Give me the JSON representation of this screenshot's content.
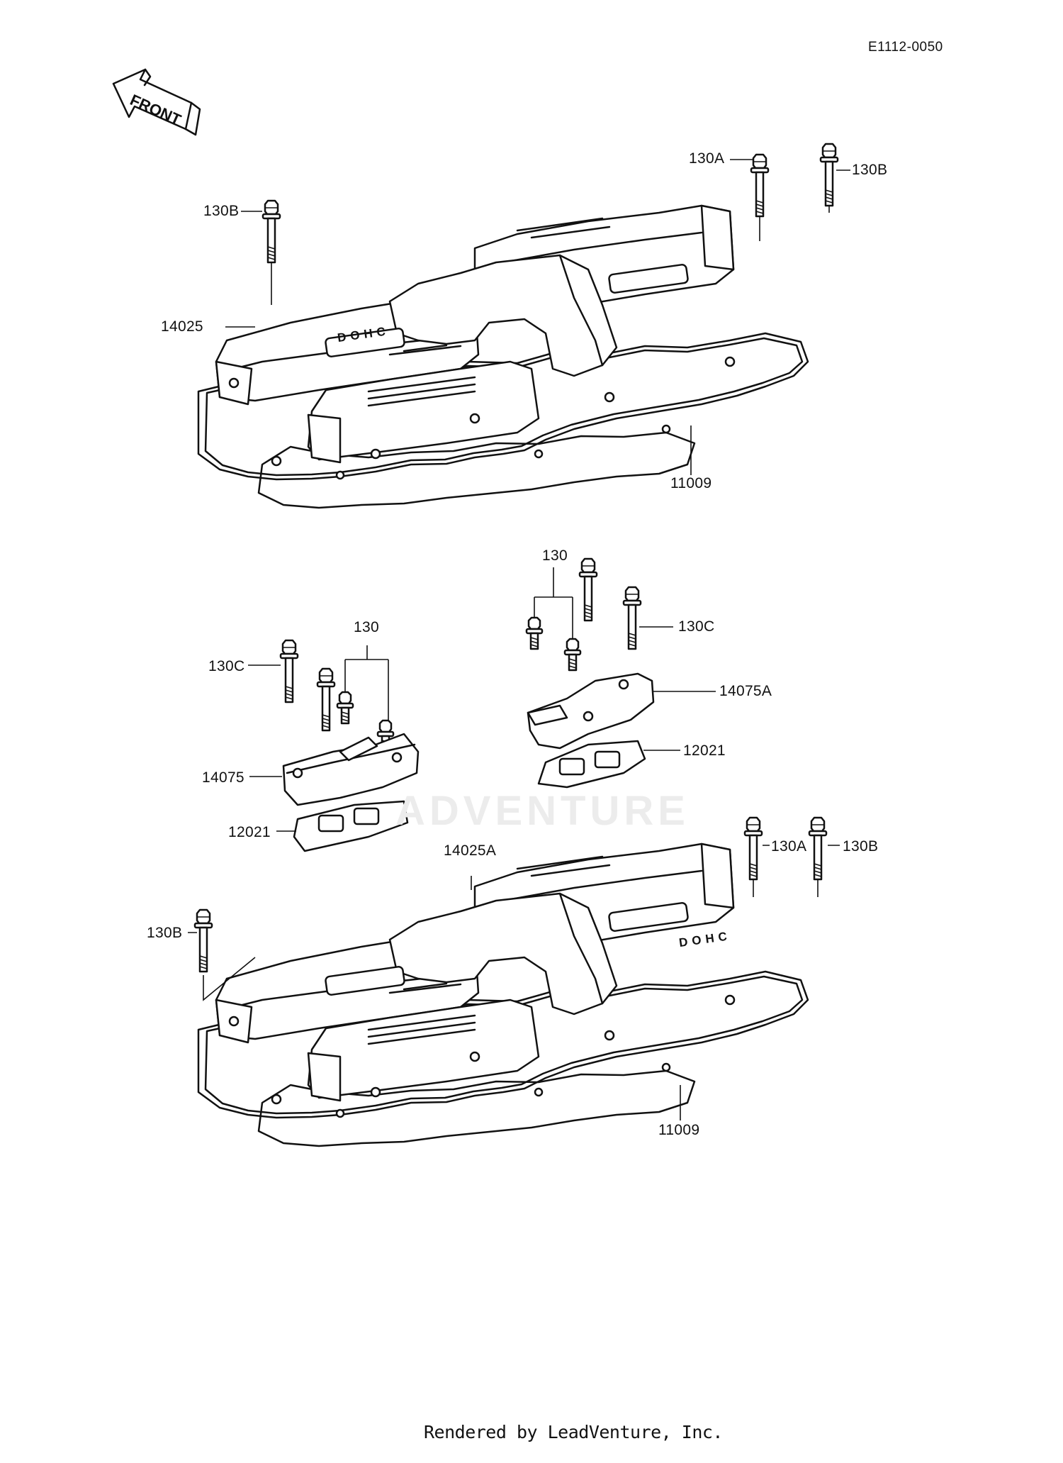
{
  "header": {
    "doc_code": "E1112-0050",
    "front_label": "FRONT"
  },
  "watermark": {
    "text": "ADVENTURE"
  },
  "upper_assembly": {
    "labels": {
      "bolt_a": "130A",
      "bolt_b_right": "130B",
      "bolt_b_left": "130B",
      "cover": "14025",
      "gasket": "11009"
    },
    "emblem": "DOHC"
  },
  "middle_assembly": {
    "left": {
      "bolt_c": "130C",
      "bolts": "130",
      "breather_cover": "14075",
      "breather_gasket": "12021"
    },
    "right": {
      "bolts": "130",
      "bolt_c": "130C",
      "breather_cover": "14075A",
      "breather_gasket": "12021"
    }
  },
  "lower_assembly": {
    "labels": {
      "cover": "14025A",
      "bolt_a": "130A",
      "bolt_b_right": "130B",
      "bolt_b_left": "130B",
      "gasket": "11009"
    },
    "emblem": "DOHC"
  },
  "footer": {
    "text": "Rendered by LeadVenture, Inc."
  }
}
